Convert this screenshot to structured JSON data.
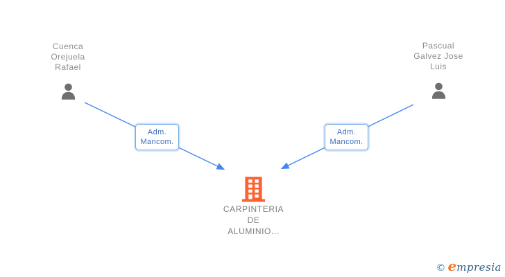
{
  "persons": [
    {
      "name": "Cuenca Orejuela Rafael",
      "lines": [
        "Cuenca",
        "Orejuela",
        "Rafael"
      ],
      "role": "Adm. Mancom."
    },
    {
      "name": "Pascual Galvez Jose Luis",
      "lines": [
        "Pascual",
        "Galvez Jose",
        "Luis"
      ],
      "role": "Adm. Mancom."
    }
  ],
  "relations": [
    {
      "lines": [
        "Adm.",
        "Mancom."
      ]
    },
    {
      "lines": [
        "Adm.",
        "Mancom."
      ]
    }
  ],
  "company": {
    "name": "CARPINTERIA DE ALUMINIO...",
    "lines": [
      "CARPINTERIA",
      "DE",
      "ALUMINIO..."
    ]
  },
  "footer": {
    "copyright_symbol": "©",
    "brand_first_letter": "e",
    "brand_rest": "mpresia",
    "brand_full": "empresia"
  },
  "colors": {
    "connector_blue": "#4285f4",
    "badge_border_blue": "#72a7e0",
    "badge_text_blue": "#3b6fc0",
    "person_icon_gray": "#6f6f6f",
    "person_name_gray": "#8c8c8c",
    "company_name_gray": "#7e7e7e",
    "building_orange": "#ff6333",
    "logo_orange": "#f07d2d",
    "logo_blue": "#33607f"
  }
}
